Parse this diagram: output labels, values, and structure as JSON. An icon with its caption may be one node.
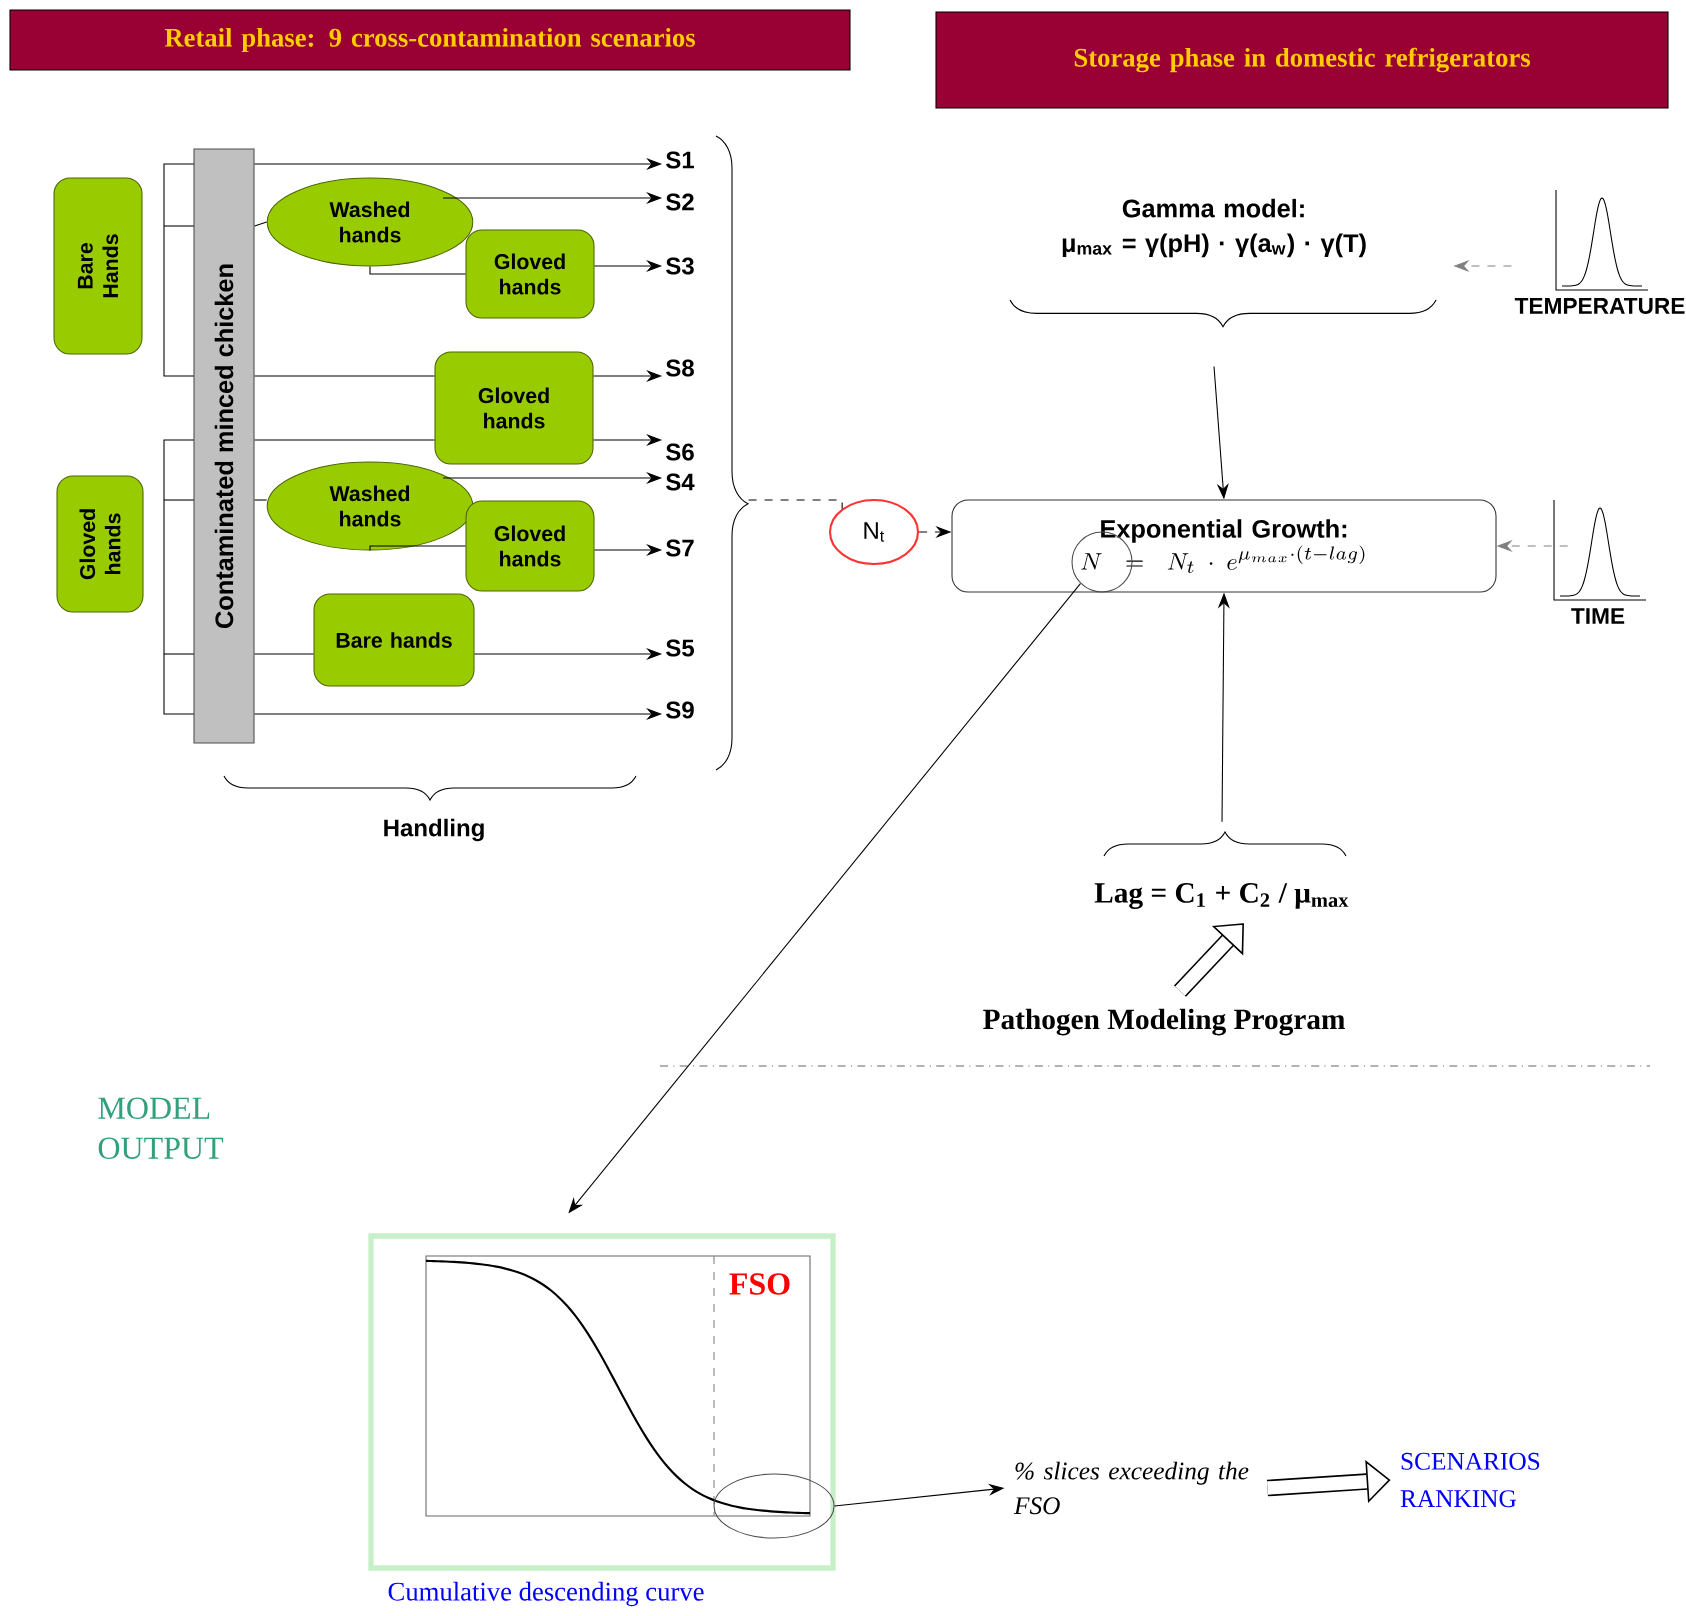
{
  "diagram": {
    "nodes": [
      {
        "text": [
          "Retail phase: 9 cross-contamination scenarios"
        ]
      },
      {
        "text": [
          "Storage phase in domestic refrigerators"
        ]
      },
      {
        "text": [
          "Bare Hands"
        ]
      },
      {
        "text": [
          "Gloved hands"
        ]
      },
      {
        "text": [
          "Contaminated minced chicken"
        ]
      },
      {
        "text": [
          "Washed hands"
        ]
      },
      {
        "text": [
          "Gloved hands"
        ]
      },
      {
        "text": [
          "Gloved hands"
        ]
      },
      {
        "text": [
          "Washed hands"
        ]
      },
      {
        "text": [
          "Gloved hands"
        ]
      },
      {
        "text": [
          "Bare hands"
        ]
      },
      {
        "text": [
          "S1"
        ]
      },
      {
        "text": [
          "S2"
        ]
      },
      {
        "text": [
          "S3"
        ]
      },
      {
        "text": [
          "S8"
        ]
      },
      {
        "text": [
          "S6"
        ]
      },
      {
        "text": [
          "S4"
        ]
      },
      {
        "text": [
          "S7"
        ]
      },
      {
        "text": [
          "S5"
        ]
      },
      {
        "text": [
          "S9"
        ]
      },
      {
        "text": [
          "N$_{t}$"
        ]
      },
      {
        "text": [
          "Gamma model:",
          "μ$_{max}$ = γ(pH) · γ(a$_{w}$) · γ(T)"
        ]
      },
      {
        "text": [
          "TEMPERATURE"
        ]
      },
      {
        "text": [
          "Exponential Growth:",
          "N = N_{t} \\cdot e^{\\mu_{max} \\cdot (t-lag)}"
        ]
      },
      {
        "text": [
          "TIME"
        ]
      },
      {
        "text": [],
        "shape": "circle",
        "in": 23
      },
      {
        "text": [
          "Lag = C$_{1}$ + C$_{2}$ / μ$_{max}$"
        ]
      },
      {
        "text": [
          "Pathogen Modeling Program"
        ]
      },
      {
        "text": [
          "FSO"
        ],
        "beside": [
          "Cumulative descending curve"
        ]
      },
      {
        "text": [],
        "shape": "circle",
        "in": 28
      },
      {
        "text": [
          "% slices exceeding the FSO"
        ]
      },
      {
        "text": [
          "SCENARIOS RANKING"
        ]
      },
      {
        "text": [],
        "shape": "brace"
      }
    ],
    "edges": [
      {
        "from": 4,
        "to": 11,
        "arrow": "to"
      },
      {
        "from": 4,
        "to": 5,
        "arrow": "none"
      },
      {
        "from": 5,
        "to": 12,
        "arrow": "to"
      },
      {
        "from": 5,
        "to": 6,
        "arrow": "none"
      },
      {
        "from": 6,
        "to": 13,
        "arrow": "to"
      },
      {
        "from": 4,
        "to": 7,
        "arrow": "none"
      },
      {
        "from": 4,
        "to": 7,
        "arrow": "none"
      },
      {
        "from": 7,
        "to": 14,
        "arrow": "to"
      },
      {
        "from": 7,
        "to": 15,
        "arrow": "to"
      },
      {
        "from": 4,
        "to": 8,
        "arrow": "none"
      },
      {
        "from": 8,
        "to": 16,
        "arrow": "to"
      },
      {
        "from": 8,
        "to": 9,
        "arrow": "none"
      },
      {
        "from": 9,
        "to": 17,
        "arrow": "to"
      },
      {
        "from": 4,
        "to": 10,
        "arrow": "none"
      },
      {
        "from": 10,
        "to": 18,
        "arrow": "to"
      },
      {
        "from": 4,
        "to": 19,
        "arrow": "to"
      },
      {
        "from": 32,
        "to": 20,
        "arrow": "none",
        "style": "dashed"
      },
      {
        "from": 20,
        "to": 23,
        "arrow": "to",
        "style": "dashed"
      },
      {
        "from": 21,
        "to": 23,
        "arrow": "to"
      },
      {
        "from": 22,
        "to": 21,
        "arrow": "to",
        "style": "dashed",
        "color": "#808080"
      },
      {
        "from": 24,
        "to": 23,
        "arrow": "to",
        "style": "dashed",
        "color": "#808080"
      },
      {
        "from": 25,
        "to": 28,
        "arrow": "to"
      },
      {
        "from": 26,
        "to": 23,
        "arrow": "to"
      },
      {
        "from": 27,
        "to": 26,
        "arrow": "to",
        "style": "thick"
      },
      {
        "from": 29,
        "to": 30,
        "arrow": "to"
      },
      {
        "from": 30,
        "to": 31,
        "arrow": "to",
        "style": "thick"
      }
    ],
    "labels": [
      "Handling",
      "MODEL OUTPUT"
    ]
  }
}
